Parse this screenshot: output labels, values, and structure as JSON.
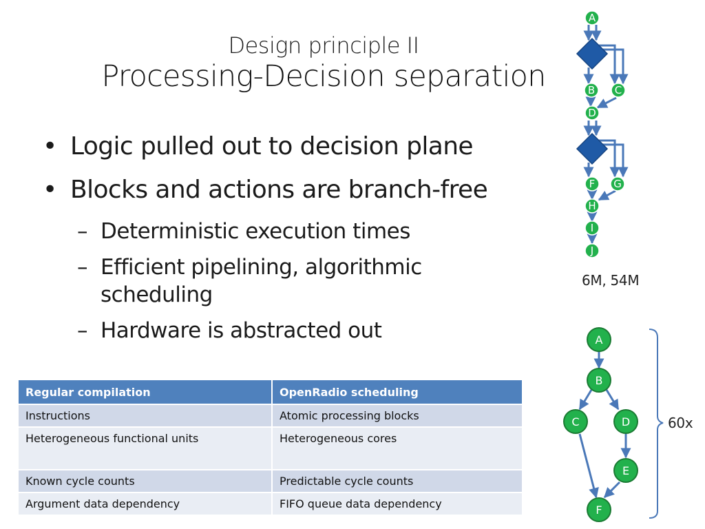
{
  "slide": {
    "subtitle": "Design principle II",
    "title": "Processing-Decision separation"
  },
  "bullets": [
    {
      "text": "Logic pulled out to decision plane",
      "level": 1
    },
    {
      "text": "Blocks and actions are branch-free",
      "level": 1
    },
    {
      "text": "Deterministic execution times",
      "level": 2
    },
    {
      "text": "Efficient pipelining, algorithmic scheduling",
      "level": 2
    },
    {
      "text": "Hardware is abstracted out",
      "level": 2
    }
  ],
  "bullet_marks": {
    "level1": "•",
    "level2": "–"
  },
  "table": {
    "headers": [
      "Regular compilation",
      "OpenRadio scheduling"
    ],
    "rows": [
      [
        "Instructions",
        "Atomic processing blocks"
      ],
      [
        "Heterogeneous functional units",
        "Heterogeneous cores"
      ],
      [
        "Known cycle counts",
        "Predictable cycle counts"
      ],
      [
        "Argument data dependency",
        "FIFO queue data dependency"
      ]
    ],
    "header_color": "#4f81bd"
  },
  "top_diagram": {
    "nodes": [
      "A",
      "B",
      "C",
      "D",
      "F",
      "G",
      "H",
      "I",
      "J"
    ],
    "decision_shape": "diamond",
    "caption": "6M, 54M"
  },
  "bottom_diagram": {
    "nodes": [
      "A",
      "B",
      "C",
      "D",
      "E",
      "F"
    ],
    "bracket_label": "60x"
  },
  "colors": {
    "node_fill": "#22b14c",
    "node_stroke": "#1b7a33",
    "arrow": "#4a78b8",
    "diamond": "#1f5aa6"
  }
}
